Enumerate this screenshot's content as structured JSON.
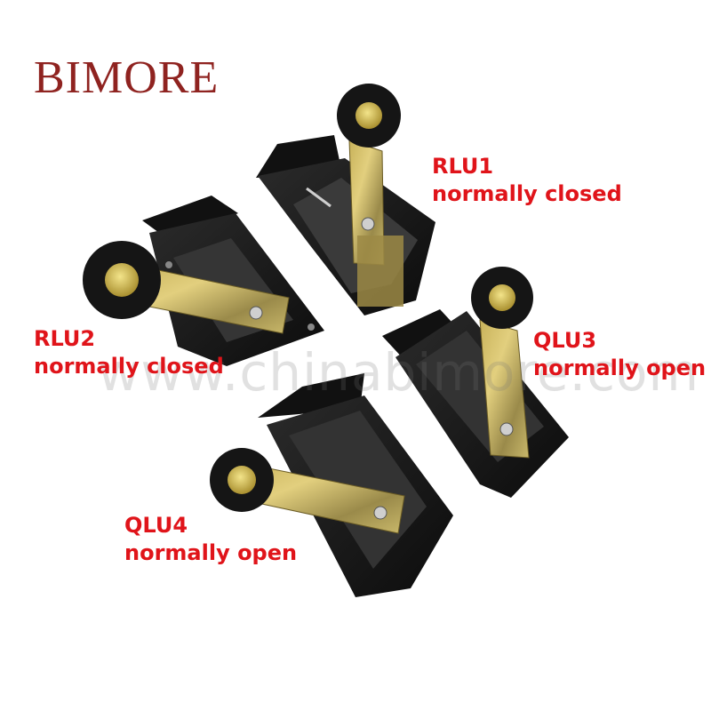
{
  "brand": {
    "name": "BIMORE",
    "color": "#8f2320"
  },
  "watermark": "www.chinabimore.com",
  "label_color": "#e0141a",
  "products": [
    {
      "model": "RLU1",
      "contact": "normally closed"
    },
    {
      "model": "RLU2",
      "contact": "normally closed"
    },
    {
      "model": "QLU3",
      "contact": "normally open"
    },
    {
      "model": "QLU4",
      "contact": "normally open"
    }
  ]
}
